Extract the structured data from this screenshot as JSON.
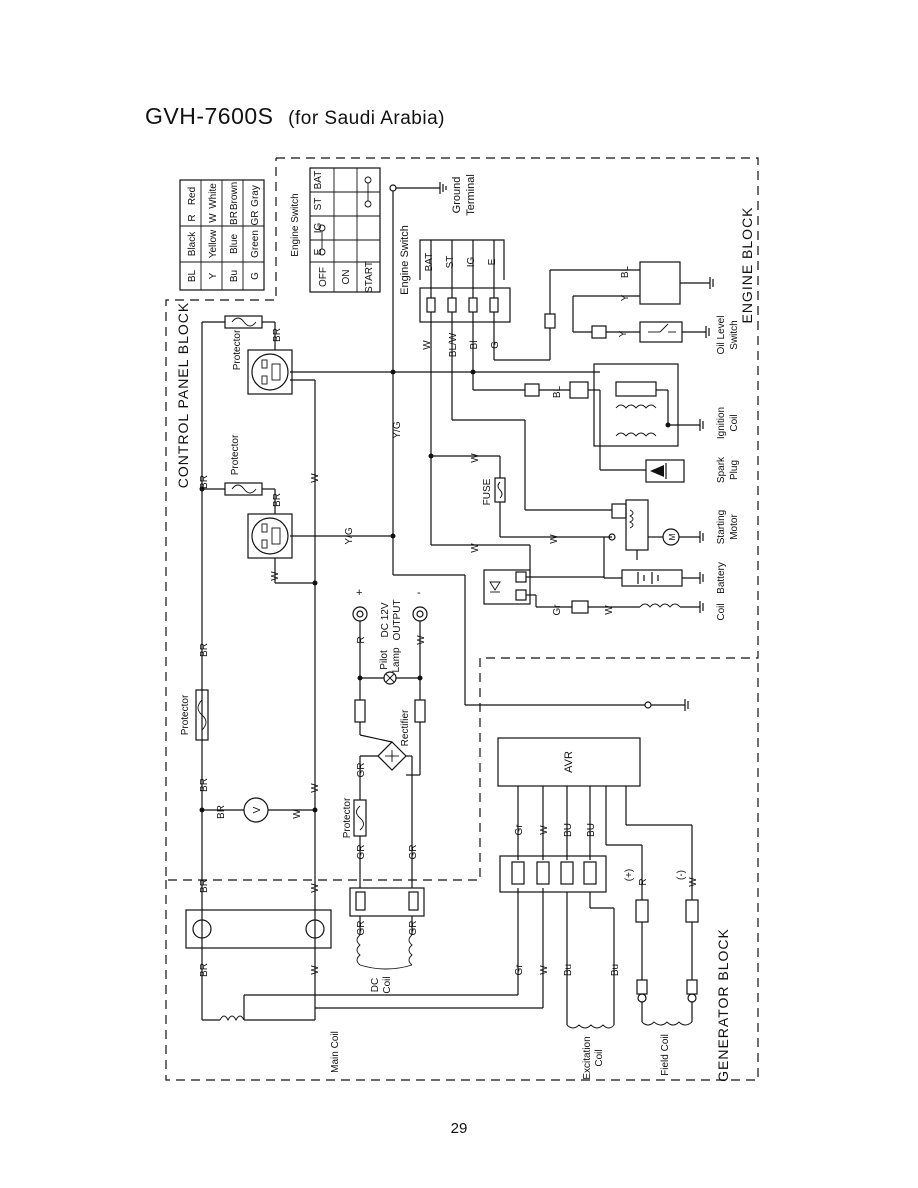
{
  "title": {
    "model": "GVH-7600S",
    "region": "(for Saudi Arabia)"
  },
  "page_number": "29",
  "blocks": {
    "engine": "ENGINE BLOCK",
    "control_panel": "CONTROL PANEL BLOCK",
    "generator": "GENERATOR BLOCK"
  },
  "color_legend": [
    {
      "code": "BL",
      "name": "Black"
    },
    {
      "code": "R",
      "name": "Red"
    },
    {
      "code": "Y",
      "name": "Yellow"
    },
    {
      "code": "W",
      "name": "White"
    },
    {
      "code": "Bu",
      "name": "Blue"
    },
    {
      "code": "BR",
      "name": "Brown"
    },
    {
      "code": "G",
      "name": "Green"
    },
    {
      "code": "GR",
      "name": "Gray"
    }
  ],
  "switch_table": {
    "title": "Engine Switch",
    "columns": [
      "E",
      "IG",
      "ST",
      "BAT"
    ],
    "rows": [
      "OFF",
      "ON",
      "START"
    ]
  },
  "components": {
    "ground_terminal": [
      "Ground",
      "Terminal"
    ],
    "engine_switch": "Engine Switch",
    "engine_switch_terminals": [
      "BAT",
      "ST",
      "IG",
      "E"
    ],
    "engine_switch_wires": [
      "W",
      "BL/W",
      "Bl",
      "G"
    ],
    "oil_level_switch": [
      "Oil Level",
      "Switch"
    ],
    "ignition_coil": [
      "Ignition",
      "Coil"
    ],
    "spark_plug": [
      "Spark",
      "Plug"
    ],
    "starting_motor": [
      "Starting",
      "Motor"
    ],
    "battery": "Battery",
    "charge_coil": "Coil",
    "fuse": "FUSE",
    "protector": "Protector",
    "dc_output": [
      "DC 12V",
      "OUTPUT"
    ],
    "pilot_lamp": [
      "Pilot",
      "Lamp"
    ],
    "rectifier": "Rectifier",
    "avr": "AVR",
    "dc_coil": [
      "DC",
      "Coil"
    ],
    "main_coil": "Main Coil",
    "excitation_coil": [
      "Excitation",
      "Coil"
    ],
    "field_coil": "Field Coil",
    "voltmeter": "V",
    "plus": "+",
    "minus": "-",
    "plus_paren": "(+)",
    "minus_paren": "(-)"
  },
  "wire_labels": {
    "BR": "BR",
    "W": "W",
    "YG": "Y/G",
    "R": "R",
    "GR": "GR",
    "Gr": "Gr",
    "BU": "BU",
    "Bu": "Bu",
    "BL": "BL",
    "Y": "Y"
  }
}
